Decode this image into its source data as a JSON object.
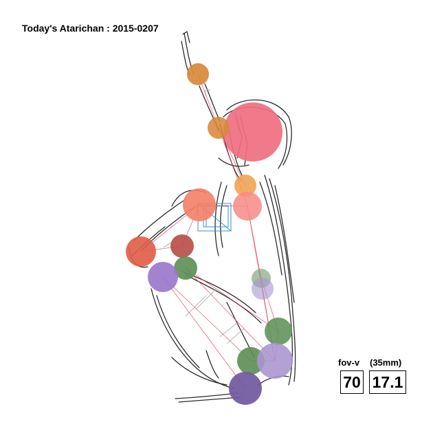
{
  "title": "Today's Atarichan : 2015-0207",
  "readouts": {
    "fov_label": "fov-v",
    "lens_label": "(35mm)",
    "fov_value": "70",
    "lens_value": "17.1"
  },
  "colors": {
    "stroke": "#2b2b2b",
    "guide_line": "#e0506a",
    "camera_box": "#3a8fd6",
    "head": "#ef6f7f",
    "hand": "#d8893a",
    "shoulder": "#f47f66",
    "elbow": "#e0604a",
    "forearm": "#b8504a",
    "green": "#5e8f58",
    "purple": "#9a78cc",
    "lavender": "#a994cf",
    "dark_purple": "#7058a0"
  }
}
